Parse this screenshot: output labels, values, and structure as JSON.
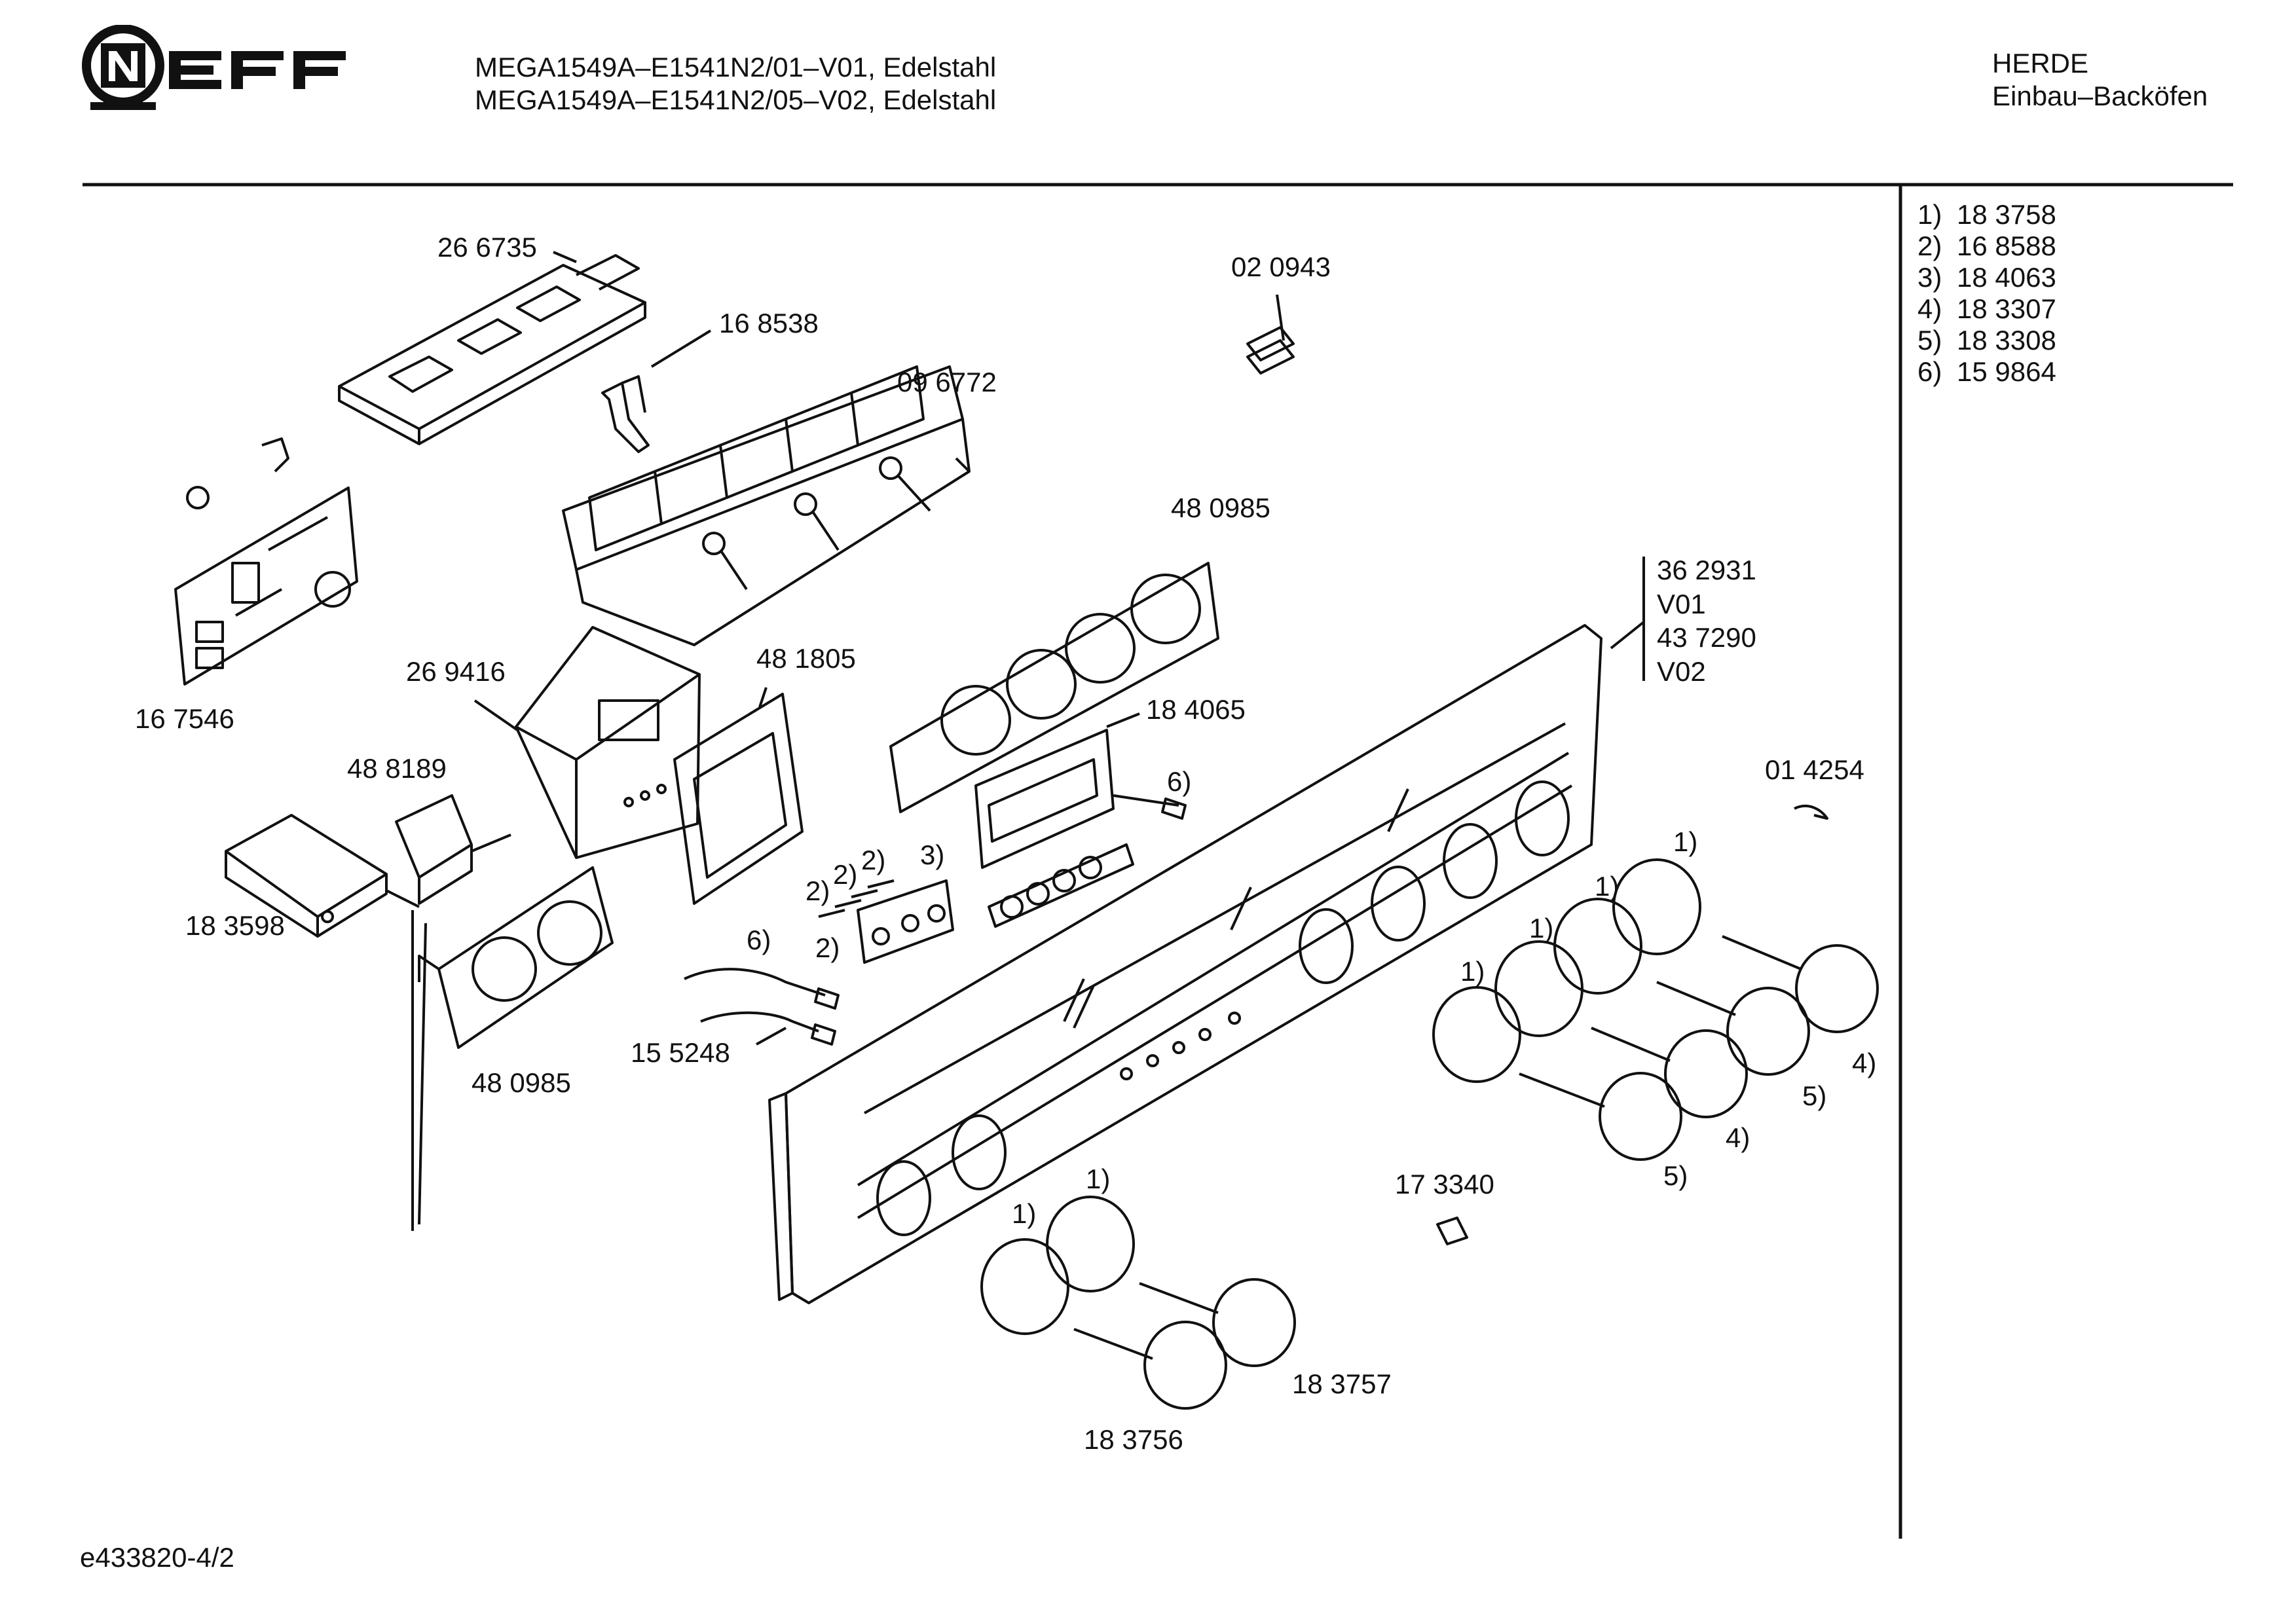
{
  "header": {
    "brand": "NEFF",
    "models": [
      "MEGA1549A–E1541N2/01–V01, Edelstahl",
      "MEGA1549A–E1541N2/05–V02, Edelstahl"
    ],
    "category": "HERDE",
    "subcategory": "Einbau–Backöfen"
  },
  "legend": [
    {
      "key": "1)",
      "part": "18 3758"
    },
    {
      "key": "2)",
      "part": "16 8588"
    },
    {
      "key": "3)",
      "part": "18 4063"
    },
    {
      "key": "4)",
      "part": "18 3307"
    },
    {
      "key": "5)",
      "part": "18 3308"
    },
    {
      "key": "6)",
      "part": "15 9864"
    }
  ],
  "parts": {
    "p266735": "26 6735",
    "p168538": "16 8538",
    "p020943": "02 0943",
    "p096772": "09 6772",
    "p480985a": "48 0985",
    "p362931": "36 2931",
    "v01": "V01",
    "p437290": "43 7290",
    "v02": "V02",
    "p167546": "16 7546",
    "p269416": "26 9416",
    "p481805": "48 1805",
    "p184065": "18 4065",
    "p014254": "01 4254",
    "p488189": "48 8189",
    "p183598": "18 3598",
    "p155248": "15 5248",
    "p480985b": "48 0985",
    "p173340": "17 3340",
    "p183757": "18 3757",
    "p183756": "18 3756"
  },
  "callouts": {
    "c1": "1)",
    "c2": "2)",
    "c3": "3)",
    "c4": "4)",
    "c5": "5)",
    "c6": "6)"
  },
  "footer": {
    "doc_id": "e433820-4/2"
  }
}
